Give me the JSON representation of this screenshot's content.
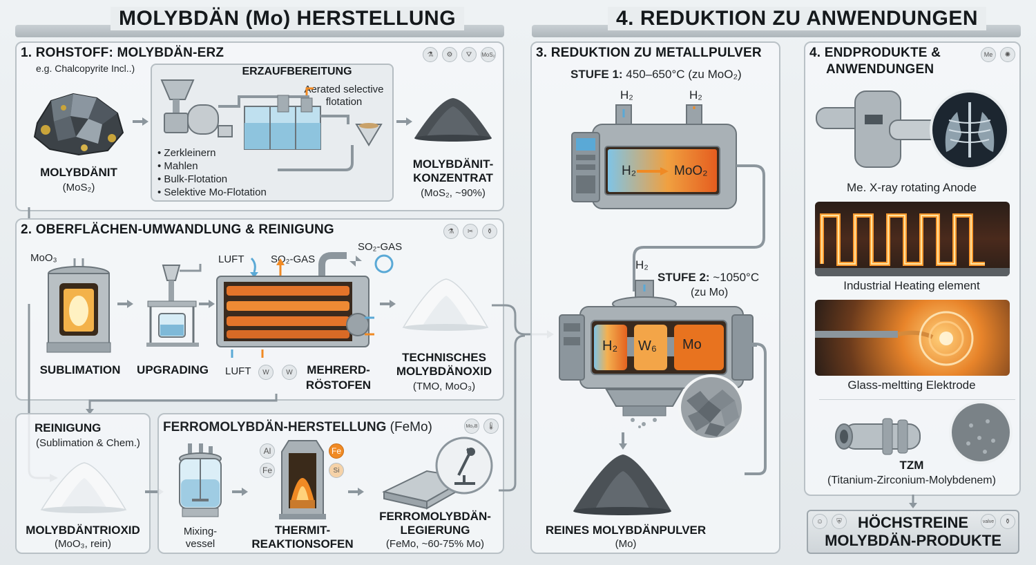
{
  "titles": {
    "left": "MOLYBDÄN (Mo) HERSTELLUNG",
    "right": "4. REDUKTION ZU ANWENDUNGEN"
  },
  "section1": {
    "title": "1. ROHSTOFF: MOLYBDÄN-ERZ",
    "subtitle": "e.g. Chalcopyrite Incl..)",
    "ore_name": "MOLYBDÄNIT",
    "ore_formula": "(MoS₂)",
    "processing_title": "ERZAUFBEREITUNG",
    "flotation_label_1": "Aerated selective",
    "flotation_label_2": "flotation",
    "steps": [
      "Zerkleinern",
      "Mahlen",
      "Bulk-Flotation",
      "Selektive Mo-Flotation"
    ],
    "concentrate_name_1": "MOLYBDÄNIT-",
    "concentrate_name_2": "KONZENTRAT",
    "concentrate_formula": "(MoS₂, ~90%)",
    "icons": [
      "flask-icon",
      "gear-icon",
      "filter-icon",
      "mos2-icon"
    ],
    "icon_text": "MoS₂"
  },
  "section2": {
    "title": "2. OBERFLÄCHEN-UMWANDLUNG & REINIGUNG",
    "moo3_label": "MoO₃",
    "luft_top": "LUFT",
    "so2_gas_1": "SO₂-GAS",
    "so2_gas_2": "SO₂-GAS",
    "sublimation": "SUBLIMATION",
    "upgrading": "UPGRADING",
    "luft_bottom": "LUFT",
    "w_badge": "W",
    "furnace_name_1": "MEHRERD-",
    "furnace_name_2": "RÖSTOFEN",
    "oxide_name_1": "TECHNISCHES",
    "oxide_name_2": "MOLYBDÄNOXID",
    "oxide_formula": "(TMO, MoO₃)",
    "icons": [
      "flask-icon",
      "scissors-icon",
      "bottle-icon"
    ]
  },
  "purification": {
    "title": "REINIGUNG",
    "subtitle": "(Sublimation & Chem.)",
    "product_name": "MOLYBDÄNTRIOXID",
    "product_formula": "(MoO₃, rein)"
  },
  "ferro": {
    "title_bold": "FERROMOLYBDÄN-HERSTELLUNG",
    "title_rest": " (FeMo)",
    "icon_text": "Mo₂B",
    "mixing_1": "Mixing-",
    "mixing_2": "vessel",
    "al": "Al",
    "fe": "Fe",
    "fe_orange": "Fe",
    "si_badge": "Si",
    "thermit_1": "THERMIT-",
    "thermit_2": "REAKTIONSOFEN",
    "alloy_1": "FERROMOLYBDÄN-",
    "alloy_2": "LEGIERUNG",
    "alloy_formula": "(FeMo, ~60-75% Mo)"
  },
  "section3": {
    "title": "3. REDUKTION ZU METALLPULVER",
    "stage1_bold": "STUFE 1:",
    "stage1_rest": " 450–650°C (zu MoO₂)",
    "h2_a": "H₂",
    "h2_b": "H₂",
    "reactor1_in": "H₂",
    "reactor1_out": "MoO₂",
    "h2_c": "H₂",
    "stage2_bold": "STUFE 2:",
    "stage2_rest": " ~1050°C",
    "stage2_sub": "(zu Mo)",
    "zone_1": "H₂",
    "zone_2": "W₆",
    "zone_3": "Mo",
    "powder_name": "REINES MOLYBDÄNPULVER",
    "powder_formula": "(Mo)"
  },
  "section4": {
    "title_1": "4. ENDPRODUKTE &",
    "title_2": "ANWENDUNGEN",
    "icon_text": "Me",
    "apps": [
      "Me. X-ray rotating Anode",
      "Industrial Heating element",
      "Glass-meltting Elektrode"
    ],
    "tzm_name": "TZM",
    "tzm_sub": "(Titanium-Zirconium-Molybdenem)",
    "final_1": "HÖCHSTREINE",
    "final_2": "MOLYBDÄN-PRODUKTE",
    "final_icon_text": "valve"
  },
  "colors": {
    "accent_orange": "#f08a24",
    "accent_blue": "#5aa9d6",
    "steel": "#8c969d",
    "panel_border": "#b9c1c6"
  }
}
